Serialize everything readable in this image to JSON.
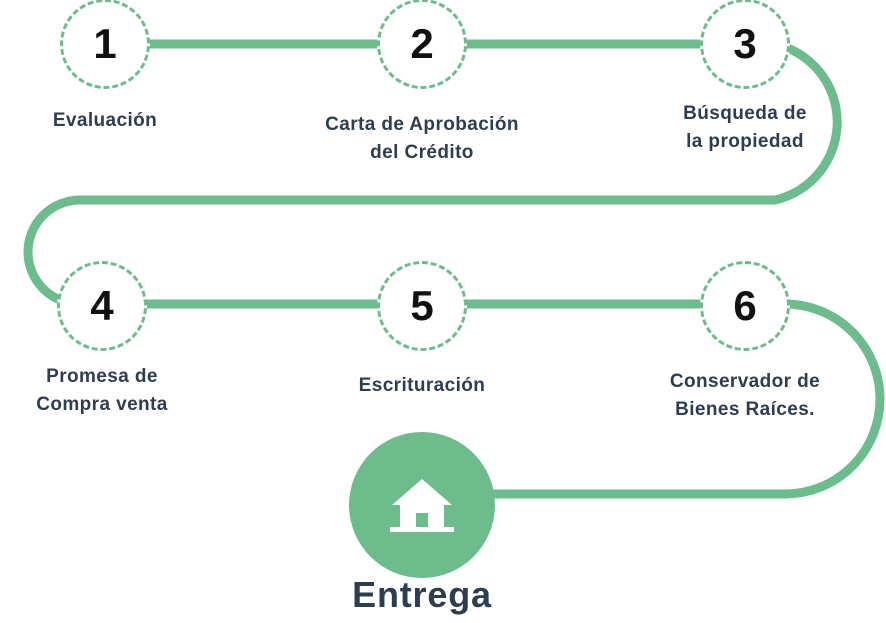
{
  "colors": {
    "path": "#6dbd8c",
    "text": "#2c3e50",
    "number": "#111111"
  },
  "steps": [
    {
      "number": "1",
      "label": "Evaluación"
    },
    {
      "number": "2",
      "label": "Carta de Aprobación\ndel Crédito"
    },
    {
      "number": "3",
      "label": "Búsqueda de\nla propiedad"
    },
    {
      "number": "4",
      "label": "Promesa de\nCompra venta"
    },
    {
      "number": "5",
      "label": "Escrituración"
    },
    {
      "number": "6",
      "label": "Conservador de\nBienes Raíces."
    }
  ],
  "final": {
    "label": "Entrega",
    "icon": "house-icon"
  }
}
